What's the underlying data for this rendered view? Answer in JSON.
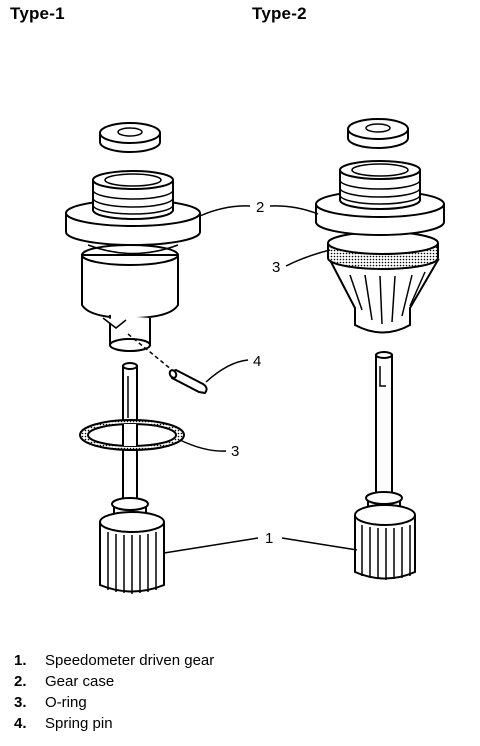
{
  "titles": {
    "type1": "Type-1",
    "type2": "Type-2"
  },
  "callouts": {
    "c1": "1",
    "c2": "2",
    "c3": "3",
    "c4": "4",
    "c2b": "2",
    "c3b": "3",
    "c1b": "1"
  },
  "legend": [
    {
      "num": "1.",
      "label": "Speedometer driven gear"
    },
    {
      "num": "2.",
      "label": "Gear case"
    },
    {
      "num": "3.",
      "label": "O-ring"
    },
    {
      "num": "4.",
      "label": "Spring pin"
    }
  ]
}
